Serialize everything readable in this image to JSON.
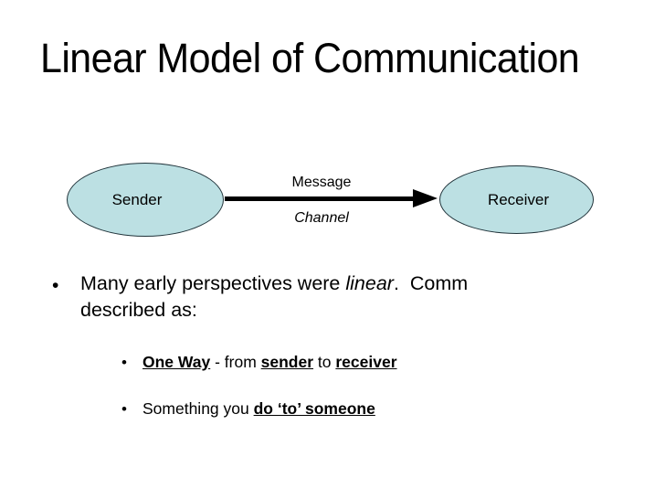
{
  "slide": {
    "title": "Linear Model of Communication",
    "background_color": "#ffffff",
    "text_color": "#000000"
  },
  "diagram": {
    "type": "linear-communication-model",
    "node_fill_color": "#bce0e3",
    "node_border_color": "#20333a",
    "arrow_color": "#000000",
    "sender": {
      "label": "Sender"
    },
    "receiver": {
      "label": "Receiver"
    },
    "arrow": {
      "label_above": "Message",
      "label_below": "Channel",
      "direction": "left-to-right"
    }
  },
  "body": {
    "bullets": [
      {
        "level": 1,
        "marker": "•",
        "segments": [
          {
            "text": "Many early perspectives were ",
            "style": "normal"
          },
          {
            "text": "linear",
            "style": "italic"
          },
          {
            "text": ".",
            "style": "normal"
          },
          {
            "text": "  ",
            "style": "space"
          },
          {
            "text": "Comm described as:",
            "style": "normal"
          }
        ]
      },
      {
        "level": 2,
        "marker": "•",
        "segments": [
          {
            "text": "One Way",
            "style": "bold-underline"
          },
          {
            "text": " - from ",
            "style": "normal"
          },
          {
            "text": "sender",
            "style": "bold-underline"
          },
          {
            "text": " to ",
            "style": "normal"
          },
          {
            "text": "receiver",
            "style": "bold-underline"
          }
        ]
      },
      {
        "level": 2,
        "marker": "•",
        "segments": [
          {
            "text": "Something you ",
            "style": "normal"
          },
          {
            "text": "do ‘to’ someone",
            "style": "bold-underline"
          }
        ]
      }
    ]
  }
}
